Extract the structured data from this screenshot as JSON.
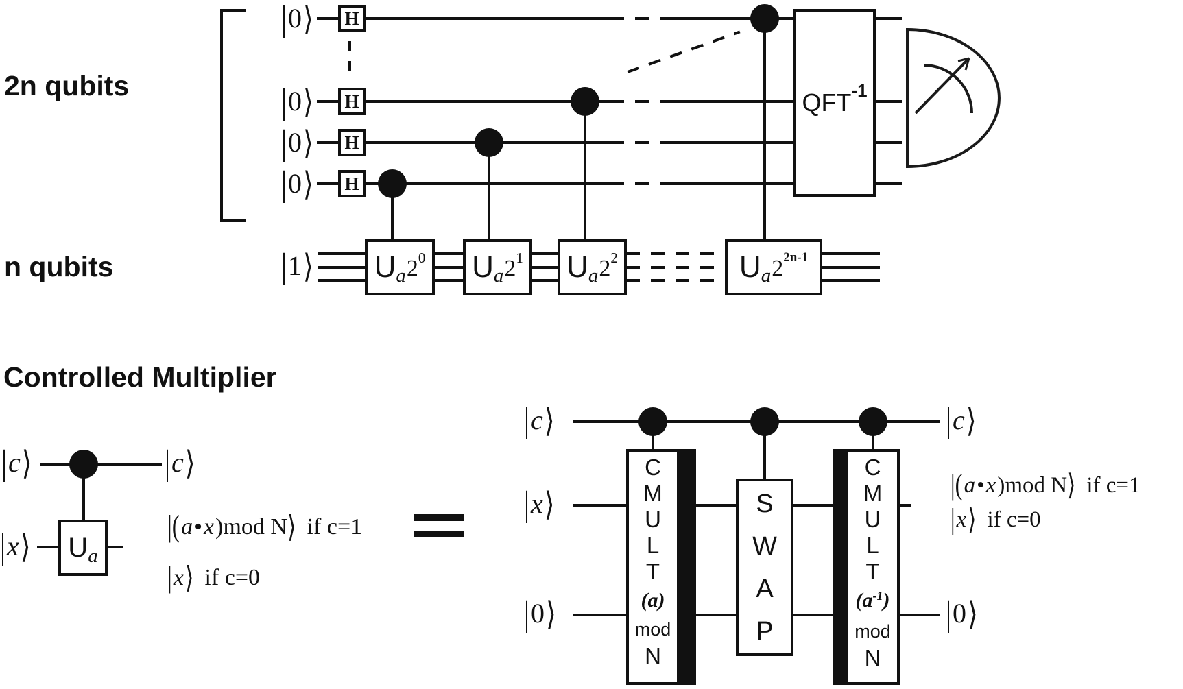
{
  "colors": {
    "ink": "#111111",
    "background": "#ffffff"
  },
  "labels": {
    "top_register": "2n qubits",
    "bottom_register": "n qubits",
    "section_title": "Controlled Multiplier"
  },
  "syms": {
    "bar": "|",
    "rangle": "⟩",
    "zero": "0",
    "one": "1",
    "c": "c",
    "x": "x"
  },
  "gates": {
    "h": "H",
    "u": "U",
    "u_sub": "a",
    "u_base": "2",
    "u_exponents": [
      "0",
      "1",
      "2",
      "2n-1"
    ],
    "qft": "QFT",
    "qft_sup": "-1",
    "swap_letters": [
      "S",
      "W",
      "A",
      "P"
    ],
    "cmult_letters": [
      "C",
      "M",
      "U",
      "L",
      "T"
    ],
    "cmult_param_a": "(a)",
    "cmult_param_inv_open": "(a",
    "cmult_param_inv_sup": "-1",
    "cmult_param_inv_close": ")",
    "mod": "mod",
    "modulus": "N"
  },
  "annotations": {
    "mult_open": "|(",
    "a": "a",
    "dot": "•",
    "x": "x",
    "mult_close": ")mod N",
    "rangle": "⟩",
    "cond1": "if c=1",
    "xket_bar": "|",
    "cond0": "if c=0"
  }
}
